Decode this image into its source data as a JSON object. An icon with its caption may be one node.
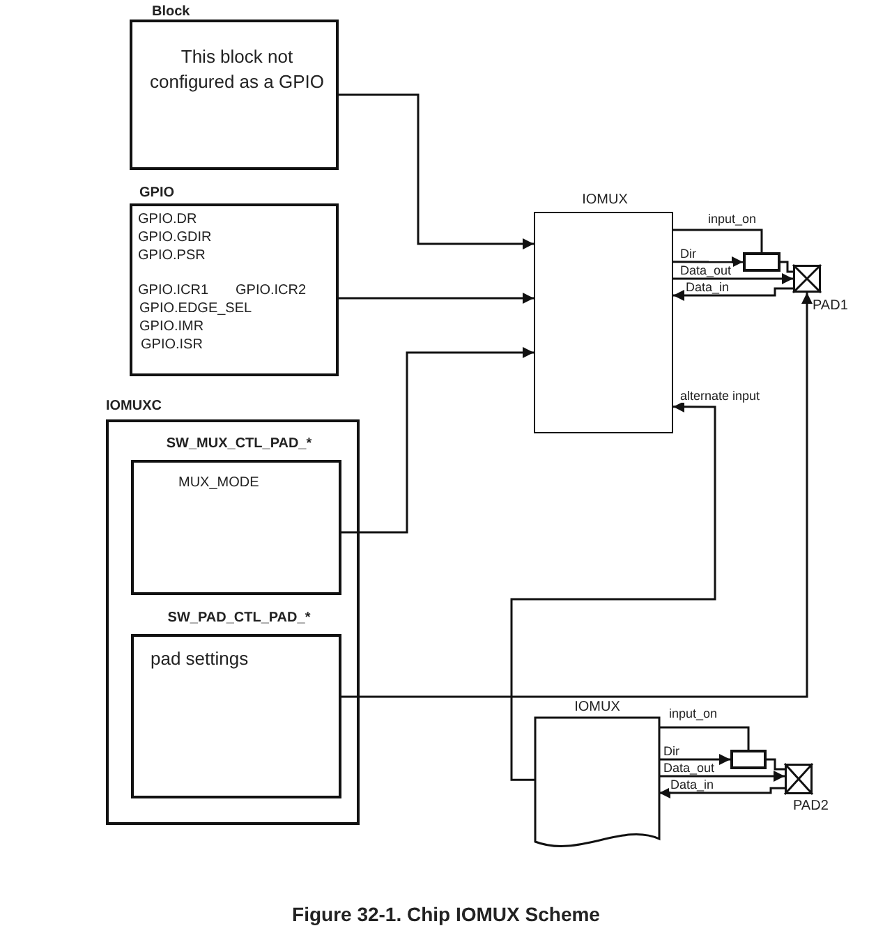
{
  "diagram": {
    "caption": "Figure 32-1. Chip IOMUX Scheme",
    "nodes": [
      {
        "text": [
          "Block",
          "This block not configured as a GPIO"
        ]
      },
      {
        "text": [
          "GPIO",
          "GPIO.DR",
          "GPIO.GDIR",
          "GPIO.PSR",
          "GPIO.ICR1",
          "GPIO.ICR2",
          "GPIO.EDGE_SEL",
          "GPIO.IMR",
          "GPIO.ISR"
        ]
      },
      {
        "text": [
          "IOMUXC"
        ]
      },
      {
        "text": [
          "SW_MUX_CTL_PAD_*",
          "MUX_MODE"
        ],
        "in": 2
      },
      {
        "text": [
          "SW_PAD_CTL_PAD_*",
          "pad settings"
        ],
        "in": 2
      },
      {
        "text": [
          "IOMUX"
        ]
      },
      {
        "text": [],
        "shape": "box"
      },
      {
        "text": [],
        "shape": "box",
        "beside": [
          "PAD1"
        ]
      },
      {
        "text": [
          "IOMUX"
        ]
      },
      {
        "text": [],
        "shape": "box"
      },
      {
        "text": [],
        "shape": "box",
        "beside": [
          "PAD2"
        ]
      }
    ],
    "edges": [
      {
        "from": 0,
        "to": 5,
        "arrow": "to"
      },
      {
        "from": 1,
        "to": 5,
        "arrow": "to"
      },
      {
        "from": 3,
        "to": 5,
        "arrow": "to"
      },
      {
        "from": 5,
        "to": 6,
        "arrow": "none",
        "label": "input_on"
      },
      {
        "from": 5,
        "to": 6,
        "arrow": "to",
        "label": "Dir"
      },
      {
        "from": 6,
        "to": 7,
        "arrow": "none"
      },
      {
        "from": 5,
        "to": 7,
        "arrow": "to",
        "label": "Data_out"
      },
      {
        "from": 7,
        "to": 5,
        "arrow": "to",
        "label": "Data_in"
      },
      {
        "from": 4,
        "to": 7,
        "arrow": "to"
      },
      {
        "from": 8,
        "to": 5,
        "arrow": "to",
        "label": "alternate input"
      },
      {
        "from": 8,
        "to": 9,
        "arrow": "none",
        "label": "input_on"
      },
      {
        "from": 8,
        "to": 9,
        "arrow": "to",
        "label": "Dir"
      },
      {
        "from": 9,
        "to": 10,
        "arrow": "none"
      },
      {
        "from": 8,
        "to": 10,
        "arrow": "to",
        "label": "Data_out"
      },
      {
        "from": 10,
        "to": 8,
        "arrow": "to",
        "label": "Data_in"
      }
    ]
  }
}
